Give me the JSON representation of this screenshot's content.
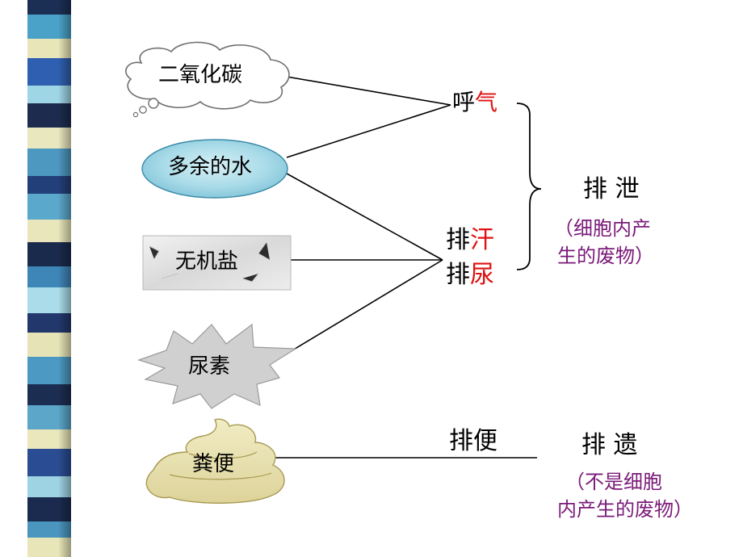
{
  "nodes": {
    "co2": "二氧化碳",
    "water": "多余的水",
    "salt": "无机盐",
    "urea": "尿素",
    "feces": "粪便"
  },
  "routes": {
    "breath_a": "呼",
    "breath_b": "气",
    "sweat_a": "排",
    "sweat_b": "汗",
    "urine_a": "排",
    "urine_b": "尿",
    "defecate": "排便"
  },
  "categories": {
    "excretion": {
      "title": "排 泄",
      "note_line1": "（细胞内产",
      "note_line2": "生的废物）"
    },
    "egestion": {
      "title": "排 遗",
      "note_line1": "（不是细胞",
      "note_line2": "内产生的废物）"
    }
  },
  "colors": {
    "highlight": "#e01010",
    "note": "#7a1a78",
    "stripe_base": "#223a6a"
  }
}
